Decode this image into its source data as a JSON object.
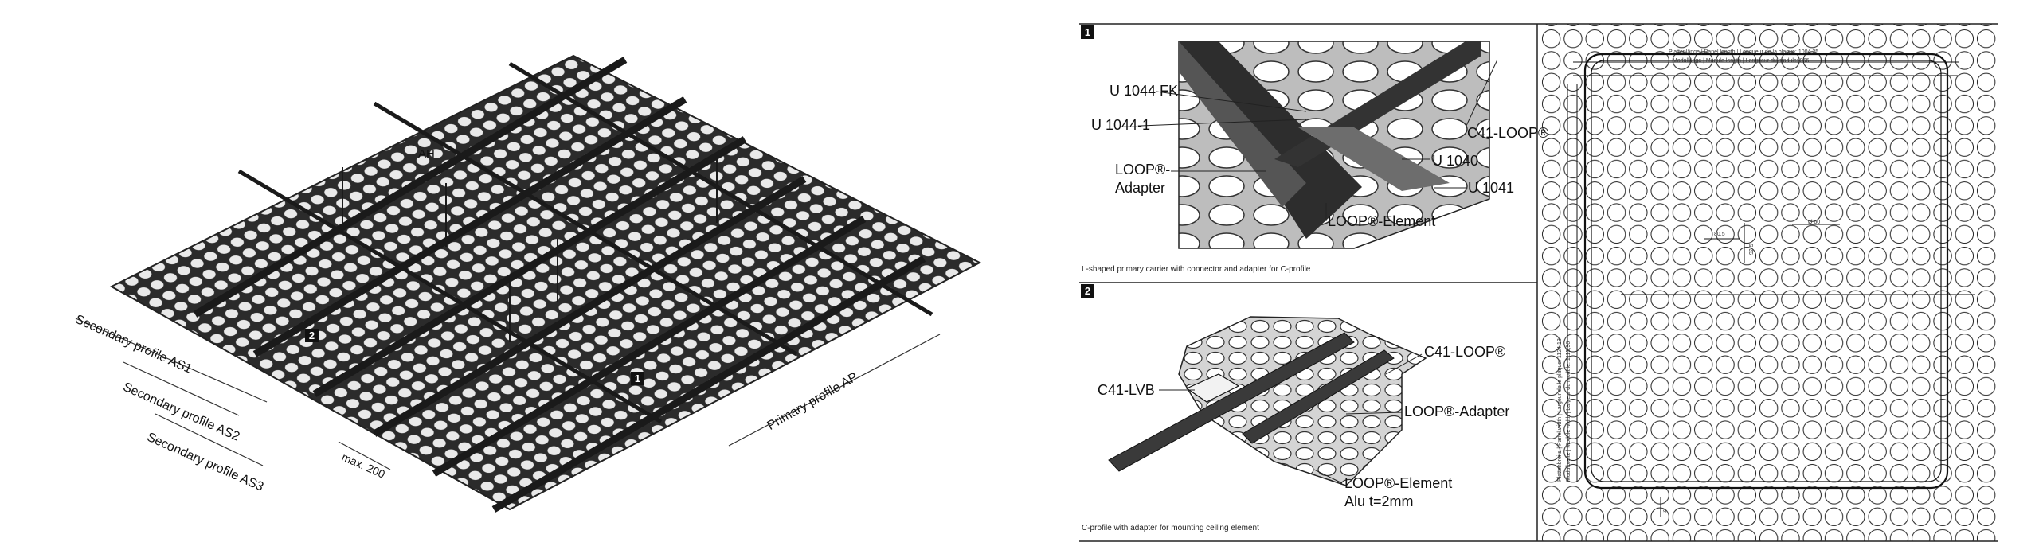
{
  "iso_view": {
    "labels": {
      "as1": "Secondary profile AS1",
      "as2": "Secondary profile AS2",
      "as3": "Secondary profile AS3",
      "ap": "Primary profile AP",
      "max": "max. 200",
      "ah": "AH",
      "badge1": "1",
      "badge2": "2"
    }
  },
  "detail1": {
    "badge": "1",
    "labels": {
      "u1044fk": "U 1044 FK",
      "u10441": "U 1044-1",
      "loop_adapter_line1": "LOOP®-",
      "loop_adapter_line2": "Adapter",
      "c41loop": "C41-LOOP®",
      "u1040": "U 1040",
      "u1041": "U 1041",
      "loop_element": "LOOP®-Element"
    },
    "caption": "L-shaped primary carrier with connector and adapter for C-profile"
  },
  "detail2": {
    "badge": "2",
    "labels": {
      "c41loop": "C41-LOOP®",
      "c41lvb": "C41-LVB",
      "loop_adapter": "LOOP®-Adapter",
      "loop_element": "LOOP®-Element",
      "alu": "Alu t=2mm"
    },
    "caption": "C-profile with adapter for mounting ceiling element"
  },
  "plan": {
    "top_dim1": "Plattenlänge | Panel length | Longueur de la plaque: 1004,25",
    "top_dim2": "Modullänge | Module length | Longueur du module: 966",
    "side_dim1": "Plattenbreite | Panel width | Largeur de la plaque: 1124,13",
    "side_dim2": "Modulbreite | Module width | Largeur du module: 1115,96",
    "pitch": "80,5",
    "pitch_v": "92,5",
    "diameter": "Ø 60",
    "gap": "9"
  }
}
